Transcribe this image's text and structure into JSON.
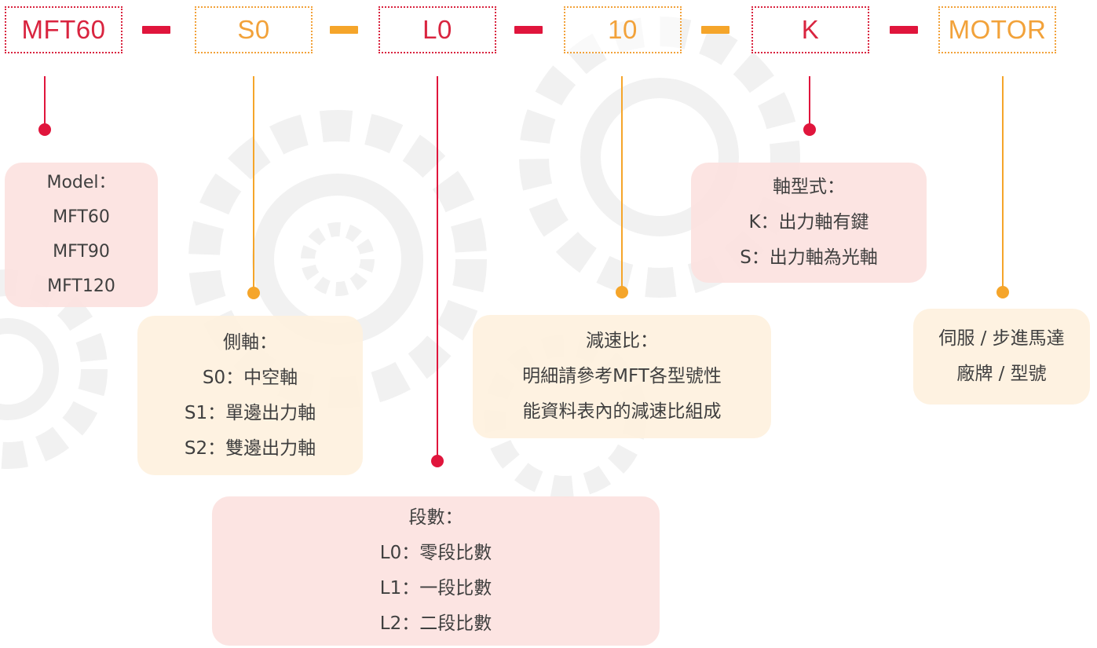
{
  "code_parts": [
    {
      "label": "MFT60",
      "color": "#d9243f"
    },
    {
      "label": "S0",
      "color": "#f2a23a"
    },
    {
      "label": "L0",
      "color": "#d9243f"
    },
    {
      "label": "10",
      "color": "#f2a23a"
    },
    {
      "label": "K",
      "color": "#d9243f"
    },
    {
      "label": "MOTOR",
      "color": "#f2a23a"
    }
  ],
  "boxes": {
    "model": {
      "title": "Model：",
      "lines": [
        "MFT60",
        "MFT90",
        "MFT120"
      ]
    },
    "side_shaft": {
      "title": "側軸：",
      "lines": [
        "S0：中空軸",
        "S1：單邊出力軸",
        "S2：雙邊出力軸"
      ]
    },
    "stages": {
      "title": "段數：",
      "lines": [
        "L0：零段比數",
        "L1：一段比數",
        "L2：二段比數"
      ]
    },
    "ratio": {
      "title": "減速比：",
      "lines": [
        "明細請參考MFT各型號性",
        "能資料表內的減速比組成"
      ]
    },
    "shaft_type": {
      "title": "軸型式：",
      "lines": [
        "K：出力軸有鍵",
        "S：出力軸為光軸"
      ]
    },
    "motor": {
      "lines": [
        "伺服 / 步進馬達",
        "廠牌 / 型號"
      ]
    }
  },
  "colors": {
    "red": "#e0153c",
    "orange": "#f5a52a",
    "pink_box": "#fce2e0",
    "cream_box": "#fef1de"
  }
}
